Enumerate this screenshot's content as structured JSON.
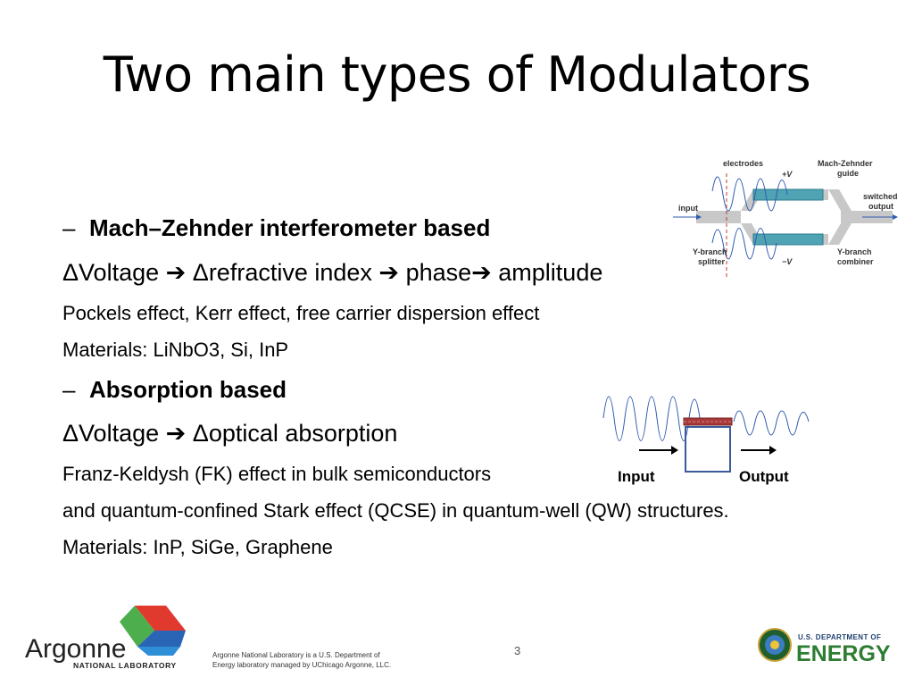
{
  "slide": {
    "title": "Two main types of Modulators",
    "page_number": "3"
  },
  "content": {
    "mz_heading": "Mach–Zehnder interferometer based",
    "mz_chain": {
      "v": "ΔVoltage",
      "ri": "Δrefractive index",
      "ph": "phase",
      "amp": "amplitude"
    },
    "mz_effects": "Pockels effect, Kerr effect, free carrier dispersion effect",
    "mz_materials": "Materials: LiNbO3, Si, InP",
    "abs_heading": "Absorption based",
    "abs_chain": {
      "v": "ΔVoltage",
      "oa": "Δoptical absorption"
    },
    "abs_fk": "Franz-Keldysh (FK) effect in bulk semiconductors",
    "abs_qcse": "and quantum-confined Stark effect (QCSE) in quantum-well (QW) structures.",
    "abs_materials": "Materials: InP, SiGe, Graphene",
    "dash": "–",
    "arrow": "➔"
  },
  "mz_figure": {
    "electrodes": "electrodes",
    "guide_line1": "Mach-Zehnder",
    "guide_line2": "guide",
    "plus_v": "+V",
    "minus_v": "−V",
    "input": "input",
    "switched": "switched",
    "output": "output",
    "splitter_line1": "Y-branch",
    "splitter_line2": "splitter",
    "combiner_line1": "Y-branch",
    "combiner_line2": "combiner"
  },
  "abs_figure": {
    "input": "Input",
    "output": "Output"
  },
  "footer": {
    "lab_line1": "Argonne National Laboratory is a U.S. Department of",
    "lab_line2": "Energy laboratory managed by UChicago Argonne, LLC.",
    "logo_name": "Argonne",
    "logo_sub": "NATIONAL LABORATORY",
    "doe_top": "U.S. DEPARTMENT OF",
    "doe_main": "ENERGY"
  },
  "colors": {
    "waveguide": "#c8c8c8",
    "electrode": "#4fa3b3",
    "wave": "#2f5bb0",
    "absorber": "#a83a3a",
    "box": "#3a5a9a",
    "doe_green": "#2e7d32"
  }
}
